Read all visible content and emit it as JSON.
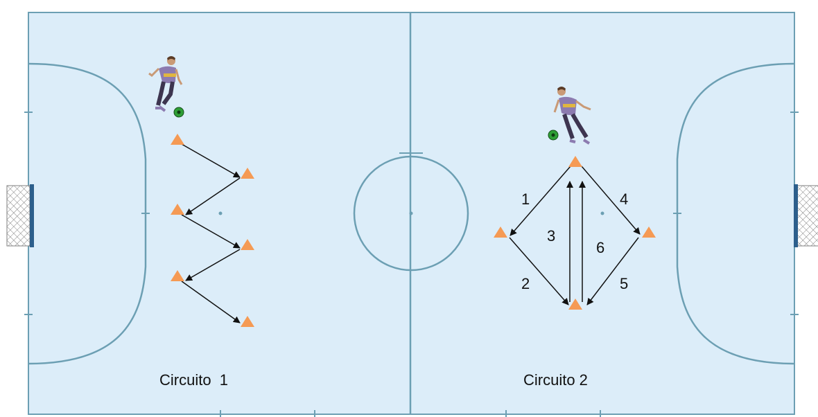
{
  "court": {
    "surface_color": "#dcedf9",
    "line_color": "#6c9fb3"
  },
  "circuits": [
    {
      "caption": "Circuito  1"
    },
    {
      "caption": "Circuito 2"
    }
  ],
  "path_labels": [
    "1",
    "2",
    "3",
    "4",
    "5",
    "6"
  ],
  "colors": {
    "cone": "#f59a54",
    "ball": "#2e9e36",
    "player_shirt": "#8c7bb0",
    "arrow": "#111111"
  },
  "icons": [
    "goal-net-icon",
    "cone-icon",
    "player-icon",
    "soccer-ball-icon"
  ]
}
